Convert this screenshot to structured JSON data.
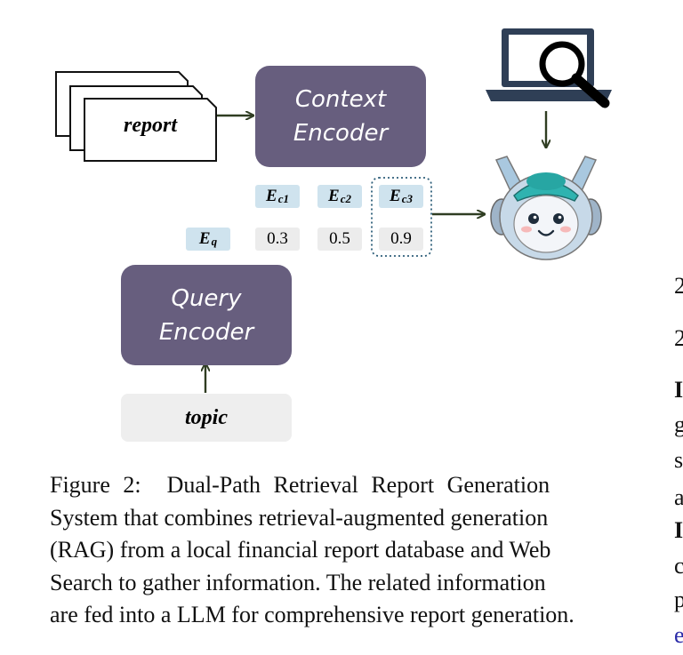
{
  "diagram": {
    "report_label": "report",
    "context_encoder_lines": [
      "Context",
      "Encoder"
    ],
    "query_encoder_lines": [
      "Query",
      "Encoder"
    ],
    "topic_label": "topic",
    "context_embeddings": [
      {
        "base": "E",
        "sub": "c1"
      },
      {
        "base": "E",
        "sub": "c2"
      },
      {
        "base": "E",
        "sub": "c3"
      }
    ],
    "query_embedding": {
      "base": "E",
      "sub": "q"
    },
    "scores": [
      "0.3",
      "0.5",
      "0.9"
    ],
    "selected_index": 2,
    "icons": [
      "document-stack-icon",
      "laptop-search-icon",
      "robot-llm-icon"
    ],
    "colors": {
      "encoder": "#675e7e",
      "embedding_chip": "#cfe3ee",
      "score_chip": "#ececec",
      "topic_box": "#eeeeee",
      "arrow": "#2f3d22",
      "selection_border": "#2e5f7a"
    }
  },
  "caption": {
    "lines": [
      "Figure 2:  Dual-Path Retrieval Report Generation",
      "System that combines retrieval-augmented generation",
      "(RAG) from a local financial report database and Web",
      "Search to gather information. The related information",
      "are fed into a LLM for comprehensive report generation."
    ]
  },
  "right_column_fragments": [
    "2",
    "2",
    "I",
    "g",
    "s",
    "a",
    "I",
    "c",
    "p",
    "e"
  ]
}
